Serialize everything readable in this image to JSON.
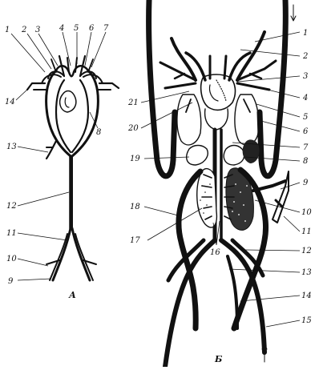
{
  "figure": {
    "panel_a_label": "А",
    "panel_b_label": "Б",
    "panel_a_labels": [
      "1",
      "2",
      "3",
      "4",
      "5",
      "6",
      "7",
      "8",
      "9",
      "10",
      "11",
      "12",
      "13",
      "14"
    ],
    "panel_b_labels": [
      "1",
      "2",
      "3",
      "4",
      "5",
      "6",
      "7",
      "8",
      "9",
      "10",
      "11",
      "12",
      "13",
      "14",
      "15",
      "16",
      "17",
      "18",
      "19",
      "20",
      "21"
    ]
  }
}
